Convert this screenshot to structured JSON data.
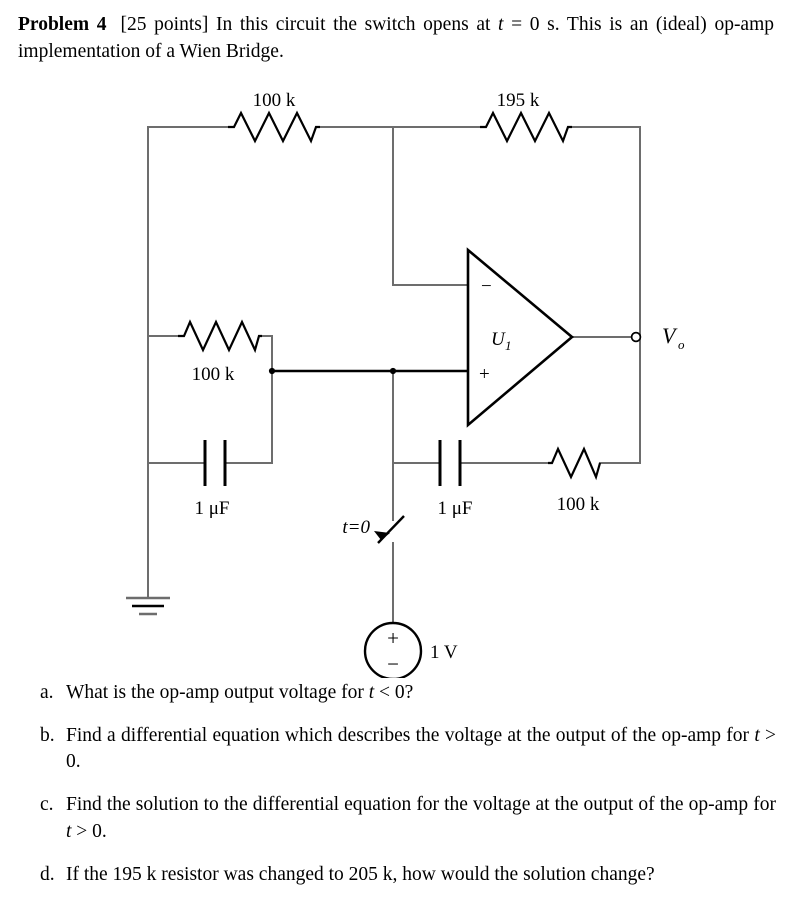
{
  "problem": {
    "label": "Problem 4",
    "points": "[25 points]",
    "text_part1": "In this circuit the switch opens at ",
    "var_t": "t",
    "text_eq": " = 0 s. This is an (ideal) op-amp implementation of a Wien Bridge."
  },
  "circuit": {
    "title": "Wien Bridge op-amp circuit",
    "components": {
      "r_top_left": "100 k",
      "r_feedback": "195 k",
      "r_left_branch": "100 k",
      "r_bottom_right": "100 k",
      "c_left": "1 μF",
      "c_middle": "1 μF",
      "opamp": "U",
      "opamp_sub": "1",
      "opamp_minus": "−",
      "opamp_plus": "+",
      "switch_label": "t=0",
      "source_value": "1 V",
      "source_plus": "+",
      "source_minus": "−",
      "output_label": "V",
      "output_sub": "o"
    }
  },
  "questions": [
    {
      "marker": "a.",
      "text": "What is the op-amp output voltage for t < 0?"
    },
    {
      "marker": "b.",
      "text": "Find a differential equation which describes the voltage at the output of the op-amp for t > 0."
    },
    {
      "marker": "c.",
      "text": "Find the solution to the differential equation for the voltage at the output of the op-amp for t > 0."
    },
    {
      "marker": "d.",
      "text": "If the 195 k resistor was changed to 205 k, how would the solution change?"
    }
  ],
  "colors": {
    "wire": "#6d6d6d",
    "component": "#000000",
    "text": "#000000",
    "background": "#ffffff"
  }
}
